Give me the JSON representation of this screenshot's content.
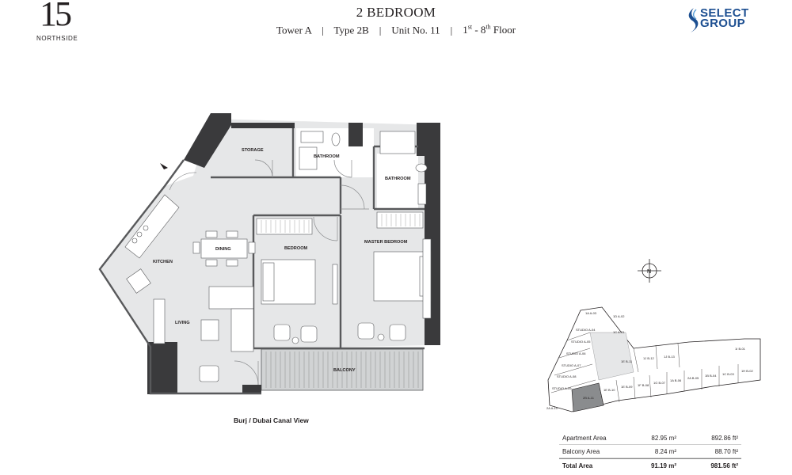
{
  "header": {
    "logo_number": "15",
    "logo_name": "NORTHSIDE",
    "title": "2 BEDROOM",
    "tower": "Tower A",
    "type": "Type 2B",
    "unit": "Unit No. 11",
    "floor_start": "1",
    "floor_start_sup": "st",
    "floor_sep": " - 8",
    "floor_end_sup": "th",
    "floor_word": " Floor",
    "brand_line1": "SELECT",
    "brand_line2": "GROUP"
  },
  "rooms": {
    "storage": "STORAGE",
    "bathroom": "BATHROOM",
    "bathroom2": "BATHROOM",
    "dining": "DINING",
    "kitchen": "KITCHEN",
    "bedroom": "BEDROOM",
    "master_bedroom": "MASTER BEDROOM",
    "living": "LIVING",
    "balcony": "BALCONY"
  },
  "compass": {
    "letter": "N"
  },
  "view_label": "Burj / Dubai Canal View",
  "keyplan": {
    "units": [
      "1A A-03",
      "1D A-02",
      "STUDIO A-04",
      "1C A-01",
      "STUDIO A-05",
      "STUDIO A-06",
      "STUDIO A-07",
      "STUDIO A-08",
      "STUDIO A-09",
      "2A A-10",
      "2B A-11",
      "1E B-10",
      "1E B-09",
      "1F B-08",
      "1G B-07",
      "1A B-06",
      "2A B-05",
      "1B B-04",
      "1C B-03",
      "1H B-02",
      "1I B-01",
      "1E B-11",
      "1J B-12",
      "1J B-13"
    ]
  },
  "areas": {
    "rows": [
      {
        "label": "Apartment Area",
        "m2": "82.95 m²",
        "ft2": "892.86 ft²"
      },
      {
        "label": "Balcony Area",
        "m2": "8.24 m²",
        "ft2": "88.70 ft²"
      },
      {
        "label": "Total Area",
        "m2": "91.19 m²",
        "ft2": "981.56 ft²"
      }
    ]
  }
}
